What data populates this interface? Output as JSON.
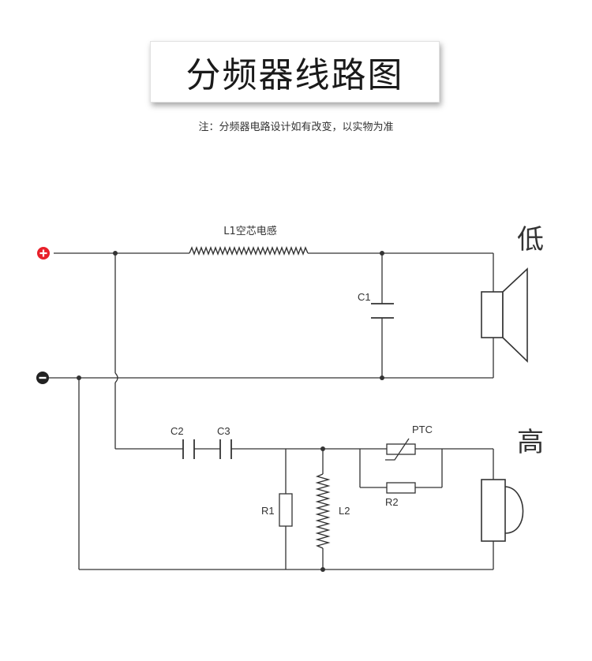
{
  "title": "分频器线路图",
  "note": "注：分频器电路设计如有改变，以实物为准",
  "labels": {
    "l1": "L1空芯电感",
    "c1": "C1",
    "c2": "C2",
    "c3": "C3",
    "r1": "R1",
    "l2": "L2",
    "ptc": "PTC",
    "r2": "R2",
    "low": "低",
    "high": "高"
  },
  "colors": {
    "positive_terminal": "#e8202a",
    "negative_terminal": "#222222",
    "wire": "#333333"
  },
  "icons": [
    "positive-terminal-icon",
    "negative-terminal-icon",
    "woofer-speaker-icon",
    "tweeter-speaker-icon"
  ]
}
